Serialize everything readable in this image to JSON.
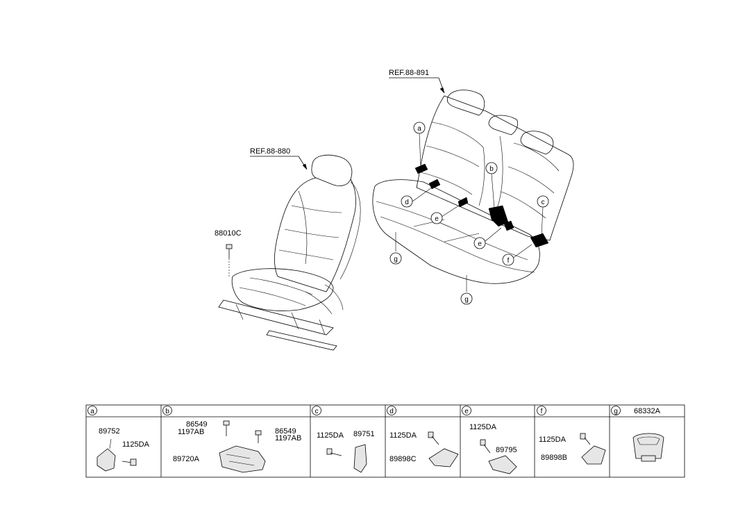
{
  "references": {
    "front_seat": "REF.88-880",
    "rear_seat": "REF.88-891"
  },
  "front_seat_part": "88010C",
  "callout_letters": [
    "a",
    "b",
    "c",
    "d",
    "e",
    "e",
    "f",
    "g",
    "g"
  ],
  "table": {
    "cells": [
      {
        "letter": "a",
        "parts": [
          "89752",
          "1125DA"
        ]
      },
      {
        "letter": "b",
        "parts": [
          "86549",
          "1197AB",
          "86549",
          "1197AB",
          "89720A"
        ]
      },
      {
        "letter": "c",
        "parts": [
          "1125DA",
          "89751"
        ]
      },
      {
        "letter": "d",
        "parts": [
          "1125DA",
          "89898C"
        ]
      },
      {
        "letter": "e",
        "parts": [
          "1125DA",
          "89795"
        ]
      },
      {
        "letter": "f",
        "parts": [
          "1125DA",
          "89898B"
        ]
      },
      {
        "letter": "g",
        "parts": [
          "68332A"
        ]
      }
    ]
  }
}
